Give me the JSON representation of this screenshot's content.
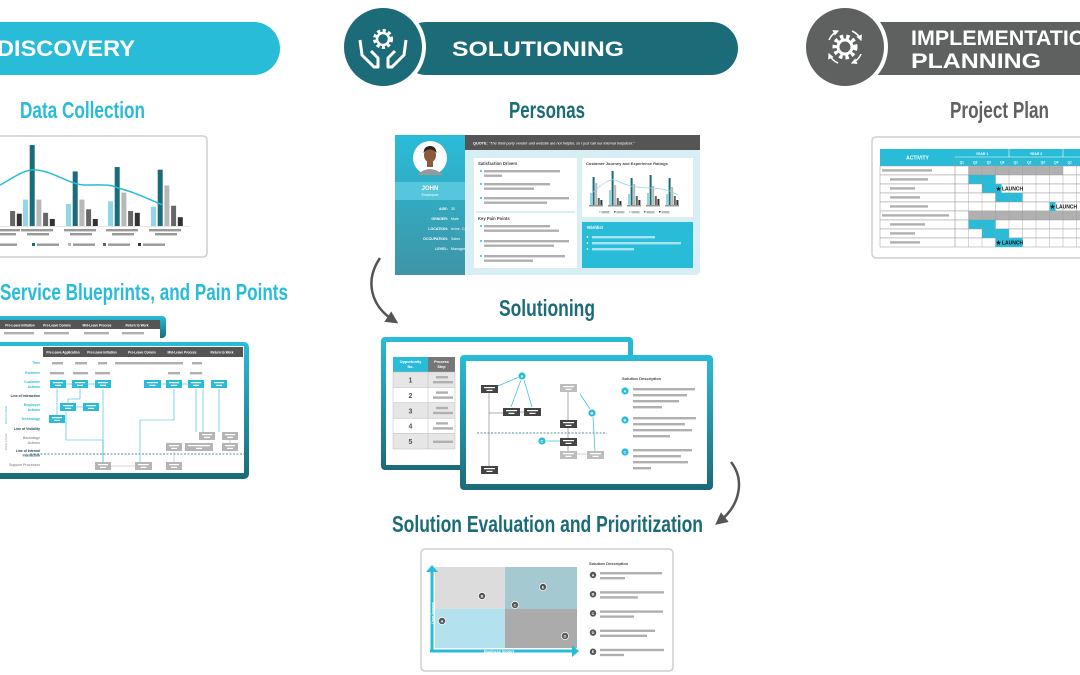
{
  "phases": {
    "discovery": {
      "label": "DISCOVERY",
      "color": "#29bcd8"
    },
    "solutioning": {
      "label": "SOLUTIONING",
      "color": "#1b6b78",
      "icon": "gear-hands-icon"
    },
    "implementation": {
      "label_line1": "IMPLEMENTATION",
      "label_line2": "PLANNING",
      "color": "#5f6161",
      "icon": "gear-cycle-icon"
    }
  },
  "sections": {
    "data_collection": "Data Collection",
    "blueprints": "Service Blueprints, and Pain Points",
    "personas": "Personas",
    "solutioning": "Solutioning",
    "evaluation": "Solution Evaluation and Prioritization",
    "project_plan": "Project Plan"
  },
  "data_collection": {
    "series_colors": [
      "#8fd6e6",
      "#1b6b78",
      "#b8b8b8",
      "#666666",
      "#333333"
    ],
    "groups": [
      [
        30,
        92,
        30,
        15,
        8
      ],
      [
        25,
        62,
        30,
        19,
        8
      ],
      [
        28,
        67,
        38,
        17,
        15
      ],
      [
        22,
        64,
        46,
        23,
        10
      ]
    ]
  },
  "blueprint": {
    "back_stages": [
      "Pre-Leave Initiation",
      "Pre-Leave Comms",
      "Mid-Leave Process",
      "Return to Work"
    ],
    "stages": [
      "Pre-Leave Application",
      "Pre-Leave Initiation",
      "Pre-Leave Comms",
      "Mid-Leave Process",
      "Return to Work"
    ],
    "rows": {
      "time": "Time",
      "evidence": "Evidence",
      "customer_actions_1": "Customer",
      "customer_actions_2": "Actions",
      "line_interaction": "Line of Interaction",
      "employee_actions_1": "Employee",
      "employee_actions_2": "Actions",
      "technology": "Technology",
      "line_visibility": "Line of Visibility",
      "backstage_1": "Backstage",
      "backstage_2": "Actions",
      "line_internal_1": "Line of Internal",
      "line_internal_2": "Interaction",
      "support": "Support Processes",
      "frontstage": "FRONT STAGE",
      "backstage_side": "BACK STAGE"
    }
  },
  "persona": {
    "name": "JOHN",
    "role": "Employee",
    "quote_label": "QUOTE:",
    "quote": "\"The third-party vendor and website are not helpful, so I just call our internal helpdesk.\"",
    "fields": [
      {
        "label": "AGE:",
        "value": "30"
      },
      {
        "label": "GENDER:",
        "value": "Male"
      },
      {
        "label": "LOCATION:",
        "value": "Irvine, CA"
      },
      {
        "label": "OCCUPATION:",
        "value": "Sales"
      },
      {
        "label": "LEVEL:",
        "value": "Manager"
      }
    ],
    "satisfaction_title": "Satisfaction Drivers",
    "pain_title": "Key Pain Points",
    "journey_title": "Customer Journey and Experience Ratings",
    "wishlist_title": "Wishlist"
  },
  "opportunity_table": {
    "header_1a": "Opportunity",
    "header_1b": "No.",
    "header_2a": "Process",
    "header_2b": "Step",
    "rows": [
      "1",
      "2",
      "3",
      "4",
      "5"
    ]
  },
  "solution_map": {
    "markers": [
      "A",
      "B",
      "C"
    ],
    "description_title": "Solution Description"
  },
  "evaluation": {
    "y_axis": "User Impact",
    "x_axis": "Business Impact",
    "description_title": "Solution Description",
    "points": [
      "A",
      "B",
      "C",
      "D",
      "E"
    ]
  },
  "project_plan": {
    "activity_header": "ACTIVITY",
    "years": [
      "YEAR 1",
      "YEAR 2"
    ],
    "quarters": [
      "Q1",
      "Q2",
      "Q3",
      "Q4",
      "Q1",
      "Q2",
      "Q3",
      "Q4",
      "Q1"
    ],
    "launch_label": "LAUNCH"
  }
}
